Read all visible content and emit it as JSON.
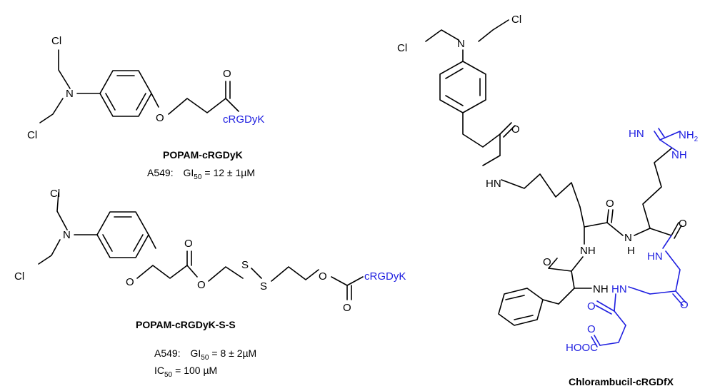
{
  "atoms": {
    "cl": "Cl",
    "n": "N",
    "o": "O",
    "s": "S",
    "nh": "NH",
    "hn": "HN",
    "h": "H",
    "nh2": "NH",
    "nh2_sub": "2",
    "hooc": "HOOC",
    "crgdyk": "cRGDyK"
  },
  "compounds": [
    {
      "name": "POPAM-cRGDyK",
      "lines": [
        {
          "cell": "A549:",
          "metric": "GI",
          "sub": "50",
          "value": "=  12 ± 1µM"
        }
      ]
    },
    {
      "name": "POPAM-cRGDyK-S-S",
      "lines": [
        {
          "cell": "A549:",
          "metric": "GI",
          "sub": "50",
          "value": "=  8 ±  2µM"
        },
        {
          "cell": "",
          "metric": "IC",
          "sub": "50",
          "value": "= 100 µM"
        }
      ]
    },
    {
      "name": "Chlorambucil-cRGDfX",
      "lines": []
    }
  ]
}
